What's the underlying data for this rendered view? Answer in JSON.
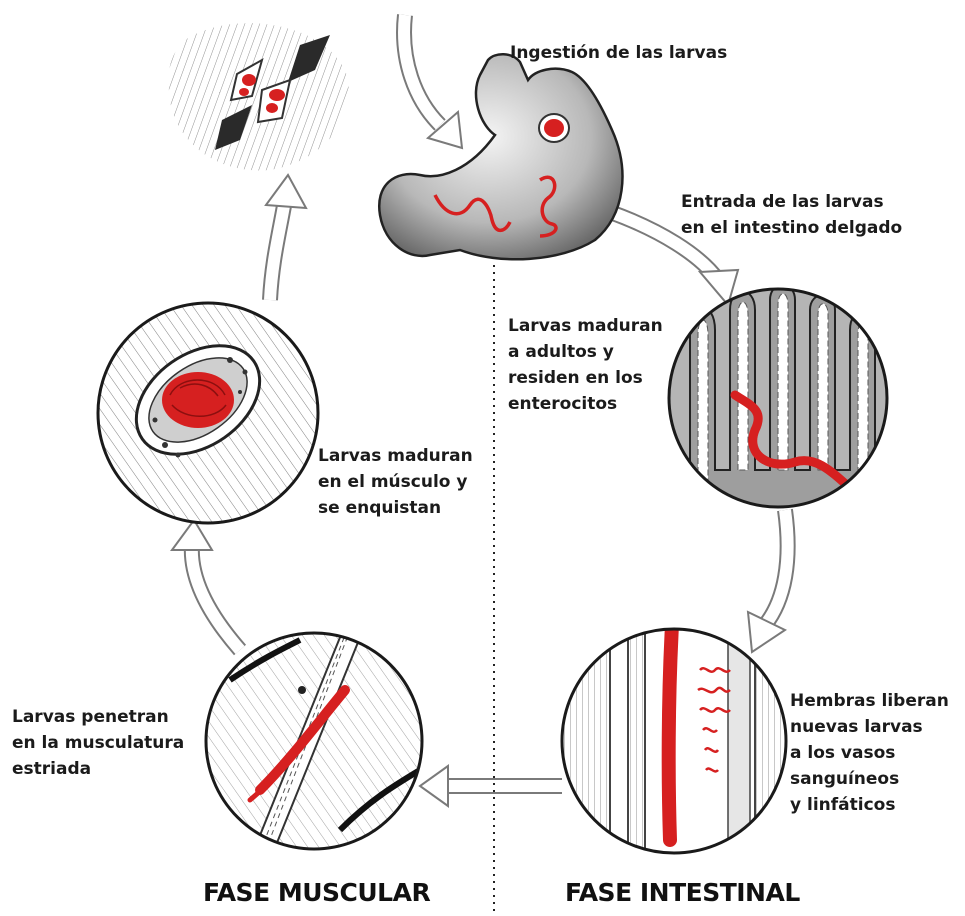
{
  "labels": {
    "ingestion": "Ingestión de las larvas",
    "entry": "Entrada de las larvas\nen el intestino delgado",
    "mature_adults": "Larvas maduran\na adultos y\nresiden en los\nenterocitos",
    "females": "Hembras liberan\nnuevas larvas\n a los  vasos\nsanguíneos\n y linfáticos",
    "penetrate": "Larvas penetran\nen la musculatura\nestriada",
    "encyst": "Larvas maduran\nen el músculo y\n se enquistan"
  },
  "phases": {
    "muscular": "FASE MUSCULAR",
    "intestinal": "FASE INTESTINAL"
  },
  "colors": {
    "larva_red": "#d62020",
    "outline": "#333333",
    "arrow_fill": "#ffffff",
    "arrow_stroke": "#7a7a7a",
    "tissue_grey": "#a9a9a9"
  }
}
